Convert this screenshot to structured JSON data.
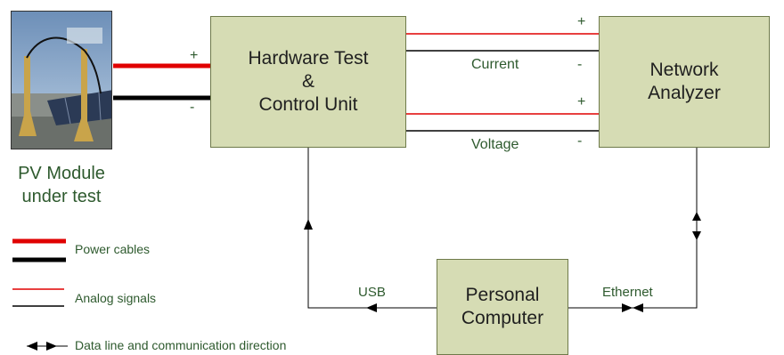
{
  "blocks": {
    "hardware": [
      "Hardware Test",
      "&",
      "Control Unit"
    ],
    "analyzer": [
      "Network",
      "Analyzer"
    ],
    "computer": [
      "Personal",
      "Computer"
    ]
  },
  "pv_label": [
    "PV Module",
    "under test"
  ],
  "signals": {
    "current": "Current",
    "voltage": "Voltage",
    "plus": "+",
    "minus": "-"
  },
  "links": {
    "usb": "USB",
    "ethernet": "Ethernet"
  },
  "legend": {
    "power": "Power cables",
    "analog": "Analog signals",
    "data": "Data line and communication direction"
  },
  "colors": {
    "box_fill": "#d6dcb4",
    "power_red": "#e00000",
    "signal_red": "#e00000",
    "line_black": "#000000",
    "label_green": "#2e5a2e"
  }
}
